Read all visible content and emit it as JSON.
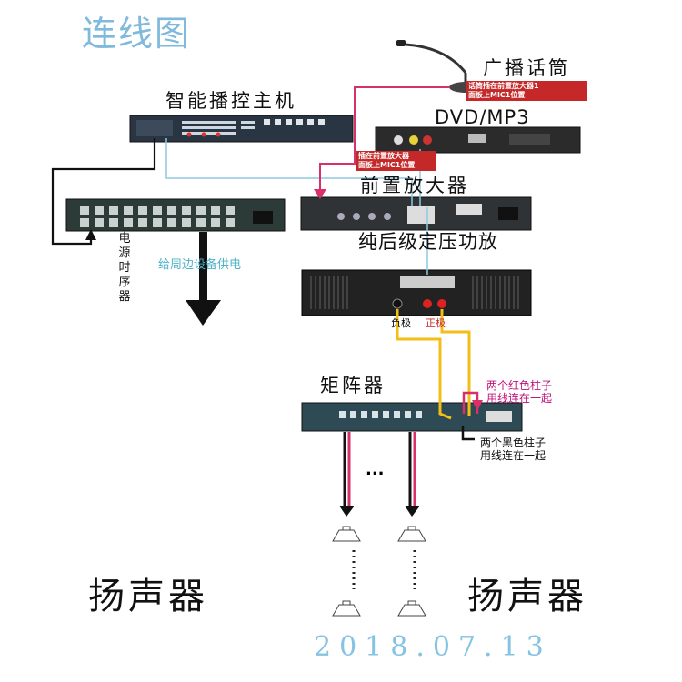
{
  "title": "连线图",
  "devices": {
    "mic": "广播话筒",
    "host": "智能播控主机",
    "dvd": "DVD/MP3",
    "preamp": "前置放大器",
    "amp": "纯后级定压功放",
    "matrix": "矩阵器",
    "power_seq": "电源时序器"
  },
  "notes": {
    "mic_note_1": "话筒插在前置放大器1",
    "mic_note_2": "面板上MIC1位置",
    "preamp_note_1": "插在前置放大器",
    "preamp_note_2": "面板上MIC1位置",
    "supply": "给周边设备供电",
    "negative": "负极",
    "positive": "正极",
    "red_posts_1": "两个红色柱子",
    "red_posts_2": "用线连在一起",
    "black_posts_1": "两个黑色柱子",
    "black_posts_2": "用线连在一起",
    "ellipsis": "..."
  },
  "speakers": {
    "left": "扬声器",
    "right": "扬声器"
  },
  "date": "2018.07.13",
  "colors": {
    "cable_blue": "#8fc9de",
    "cable_red": "#d8306b",
    "cable_yellow": "#f2bf17",
    "black": "#111111"
  }
}
